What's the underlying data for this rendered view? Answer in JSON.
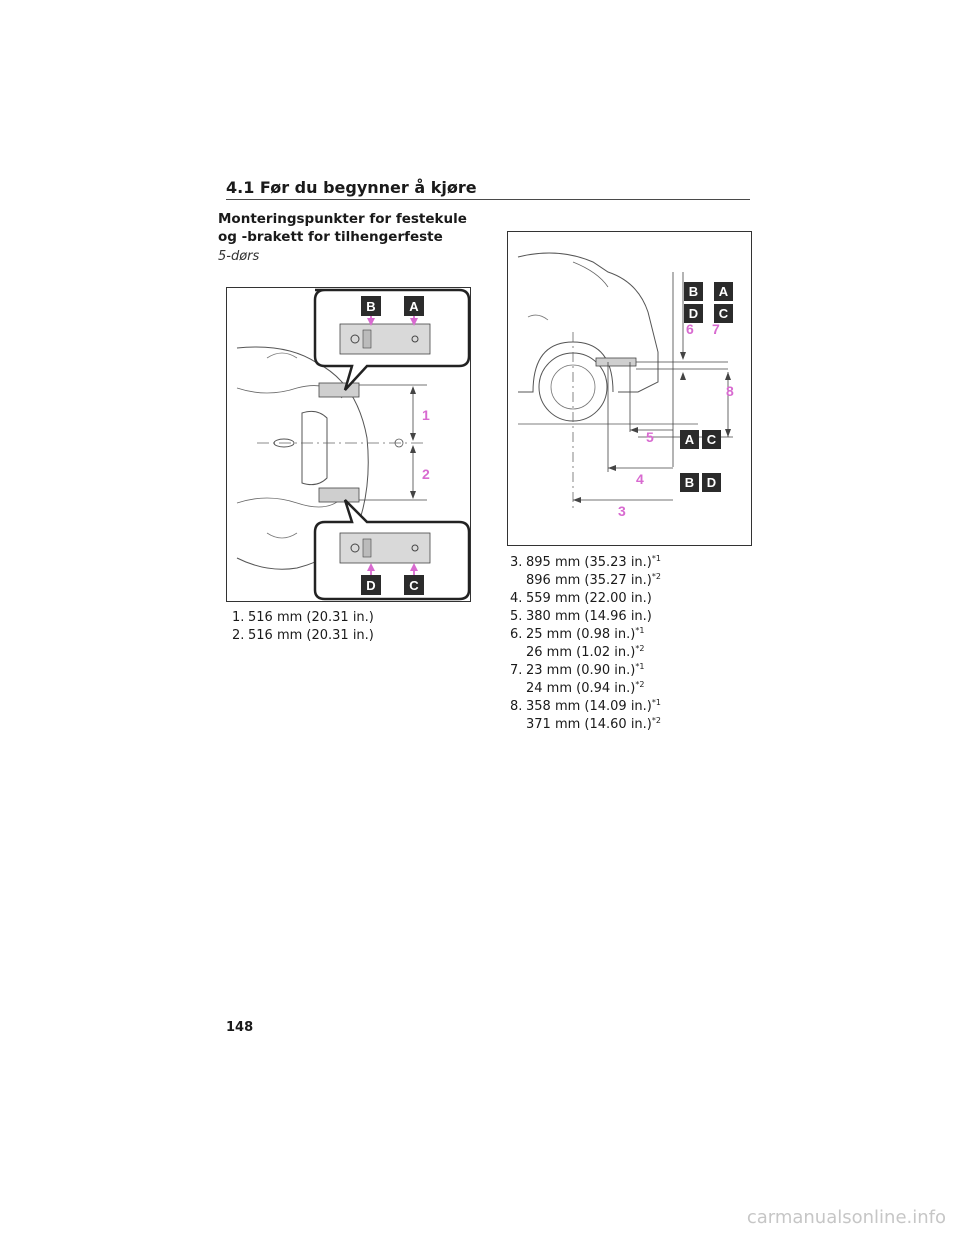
{
  "section_header": "4.1  Før du begynner å kjøre",
  "subheading": "Monteringspunkter for festekule og -brakett for tilhengerfeste",
  "variant": "5-dørs",
  "figure_left": {
    "box_labels": [
      "B",
      "A",
      "D",
      "C"
    ],
    "dim_labels": [
      "1",
      "2"
    ]
  },
  "figure_right": {
    "box_labels": [
      "B",
      "A",
      "D",
      "C",
      "A",
      "C",
      "B",
      "D"
    ],
    "dim_labels": [
      "6",
      "7",
      "8",
      "5",
      "4",
      "3"
    ]
  },
  "left_list": [
    {
      "num": "1.",
      "text": "516 mm (20.31 in.)"
    },
    {
      "num": "2.",
      "text": "516 mm (20.31 in.)"
    }
  ],
  "right_list": [
    {
      "num": "3.",
      "line1": "895 mm (35.23 in.)",
      "sup1": "*1",
      "line2": "896 mm (35.27 in.)",
      "sup2": "*2"
    },
    {
      "num": "4.",
      "line1": "559 mm (22.00 in.)"
    },
    {
      "num": "5.",
      "line1": "380 mm (14.96 in.)"
    },
    {
      "num": "6.",
      "line1": "25 mm (0.98 in.)",
      "sup1": "*1",
      "line2": "26 mm (1.02 in.)",
      "sup2": "*2"
    },
    {
      "num": "7.",
      "line1": "23 mm (0.90 in.)",
      "sup1": "*1",
      "line2": "24 mm (0.94 in.)",
      "sup2": "*2"
    },
    {
      "num": "8.",
      "line1": "358 mm (14.09 in.)",
      "sup1": "*1",
      "line2": "371 mm (14.60 in.)",
      "sup2": "*2"
    }
  ],
  "page_number": "148",
  "watermark": "carmanualsonline.info",
  "colors": {
    "accent": "#d86ad0",
    "label_box": "#2b2b2b"
  }
}
